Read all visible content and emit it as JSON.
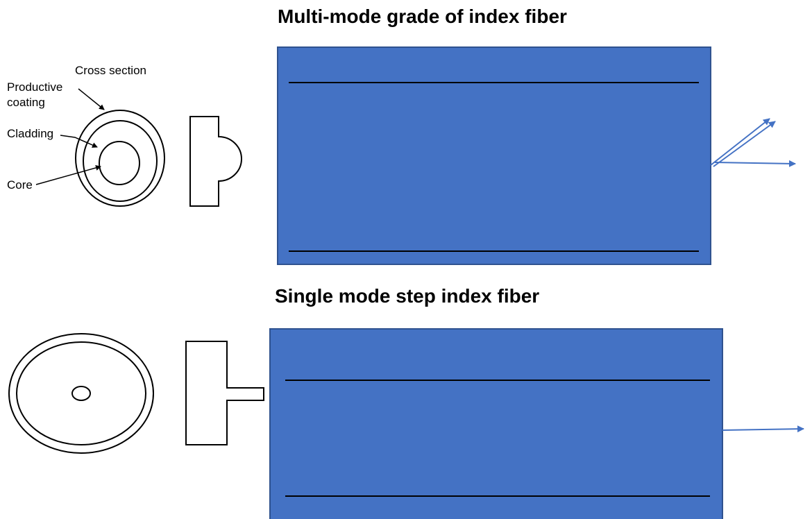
{
  "sections": {
    "top": {
      "title": "Multi-mode grade of index fiber"
    },
    "bottom": {
      "title": "Single mode step index fiber"
    }
  },
  "labels": {
    "cross_section": "Cross section",
    "protective_line1": "Productive",
    "protective_line2": "coating",
    "cladding": "Cladding",
    "core": "Core"
  },
  "colors": {
    "fiber_fill": "#4472C4",
    "fiber_border": "#2F528F",
    "arrow": "#4472C4",
    "line": "#000000"
  }
}
